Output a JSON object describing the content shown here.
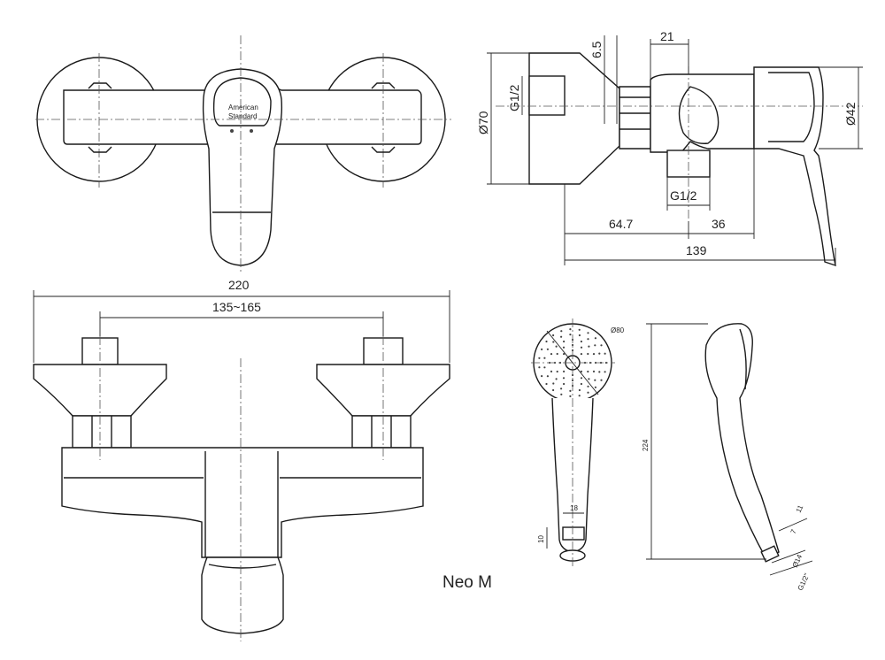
{
  "caption": "Neo M",
  "logo_text": [
    "American",
    "Standard"
  ],
  "icons": [
    "front-view-drawing-icon",
    "side-view-drawing-icon",
    "top-view-drawing-icon",
    "hand-shower-drawing-icon"
  ],
  "dimensions": {
    "d70": "Ø70",
    "g_half_left": "G1/2",
    "d6_5": "6.5",
    "d21": "21",
    "d42": "Ø42",
    "g_half_bottom": "G1/2",
    "d64_7": "64.7",
    "d36": "36",
    "d139": "139",
    "d220": "220",
    "d135_165": "135~165",
    "d80": "Ø80",
    "d224": "224",
    "d18": "18",
    "d10": "10",
    "d11": "11",
    "d7": "7",
    "d14": "Ø14",
    "g_half_shower": "G1/2\""
  }
}
